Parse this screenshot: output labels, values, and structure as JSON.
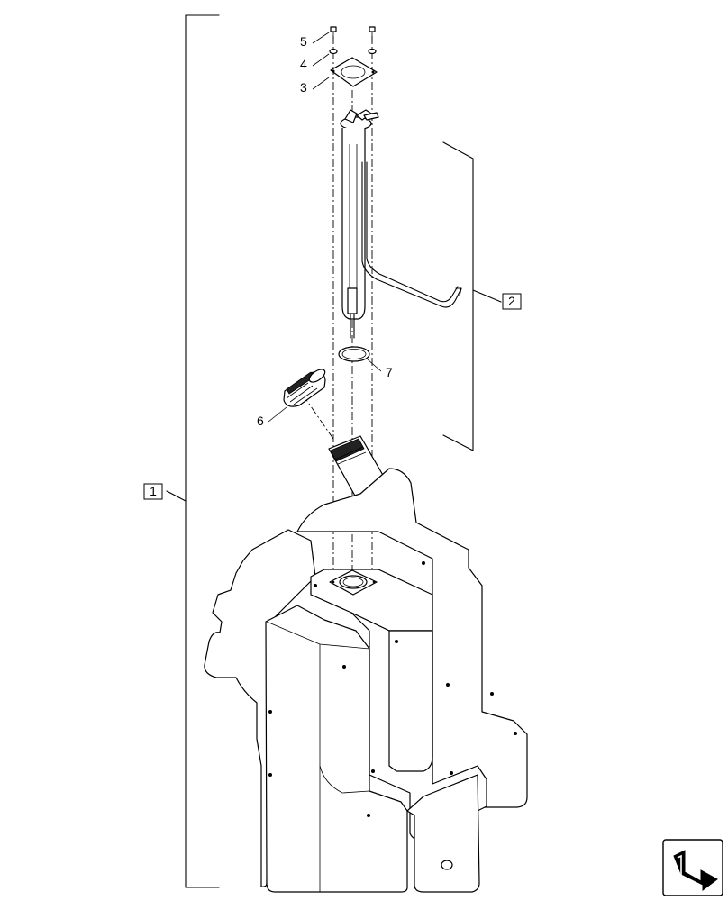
{
  "callouts": {
    "c1": "1",
    "c2": "2",
    "c3": "3",
    "c4": "4",
    "c5": "5",
    "c6": "6",
    "c7": "7"
  },
  "nav_icon": "forward-arrow-icon"
}
